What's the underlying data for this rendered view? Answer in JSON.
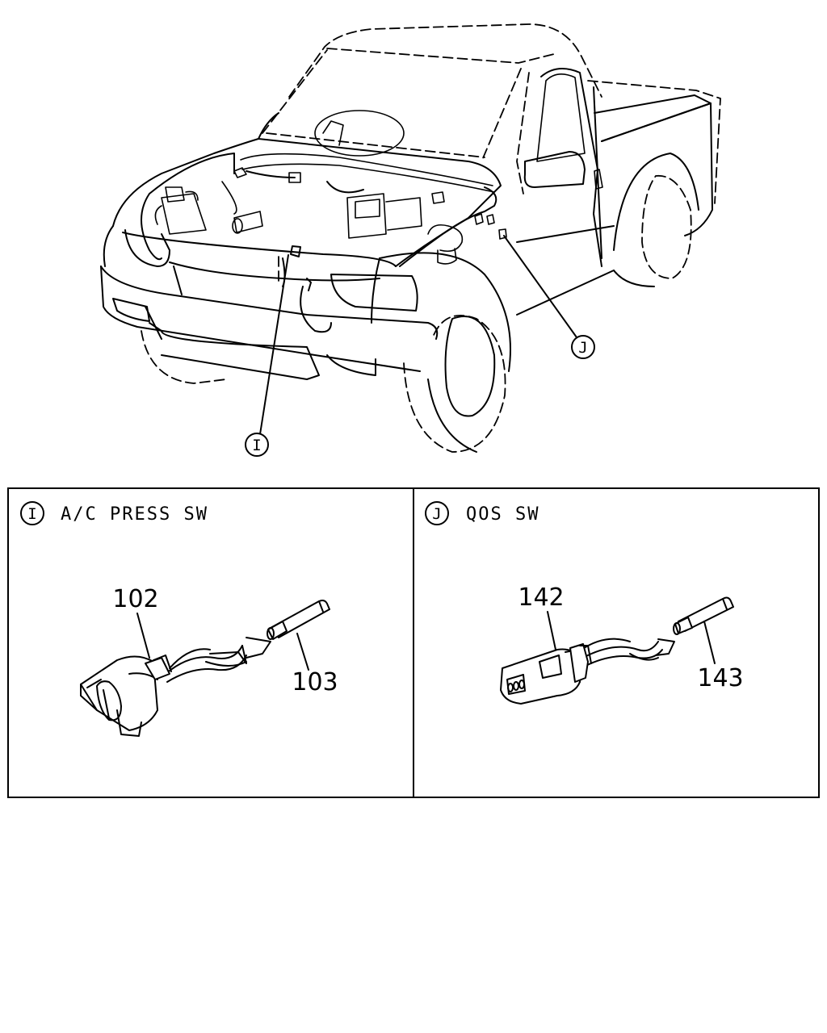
{
  "overview": {
    "callout_i": "I",
    "callout_j": "J"
  },
  "panels": [
    {
      "letter": "I",
      "title": "A/C PRESS SW",
      "parts": [
        {
          "number": "102"
        },
        {
          "number": "103"
        }
      ]
    },
    {
      "letter": "J",
      "title": "QOS SW",
      "parts": [
        {
          "number": "142"
        },
        {
          "number": "143"
        }
      ]
    }
  ]
}
